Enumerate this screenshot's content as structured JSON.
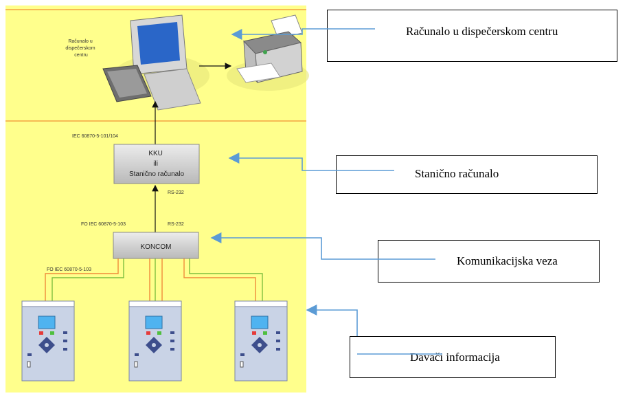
{
  "diagram": {
    "pc_label_lines": [
      "Računalo u",
      "dispečerskom",
      "centru"
    ],
    "protocol_top": "IEC 60870-5-101/104",
    "kku_lines": [
      "KKU",
      "ili",
      "Stanično računalo"
    ],
    "rs232_a": "RS-232",
    "fo_top": "FO IEC 60870-5-103",
    "rs232_b": "RS-232",
    "koncom": "KONCOM",
    "fo_bottom": "FO IEC 60870-5-103"
  },
  "callouts": {
    "pc": "Računalo u dispečerskom centru",
    "station": "Stanično računalo",
    "comm": "Komunikacijska veza",
    "sensors": "Davači informacija"
  },
  "colors": {
    "background_panel": "#ffff8c",
    "divider": "#f4a340",
    "arrow_blue": "#5b9bd5",
    "fiber_orange": "#f08a3a",
    "fiber_green": "#7fbf3f",
    "relay_body": "#c9d3e6",
    "relay_screen": "#4fb3f0"
  },
  "icons": [
    "computer-icon",
    "printer-icon",
    "protection-relay-icon"
  ]
}
